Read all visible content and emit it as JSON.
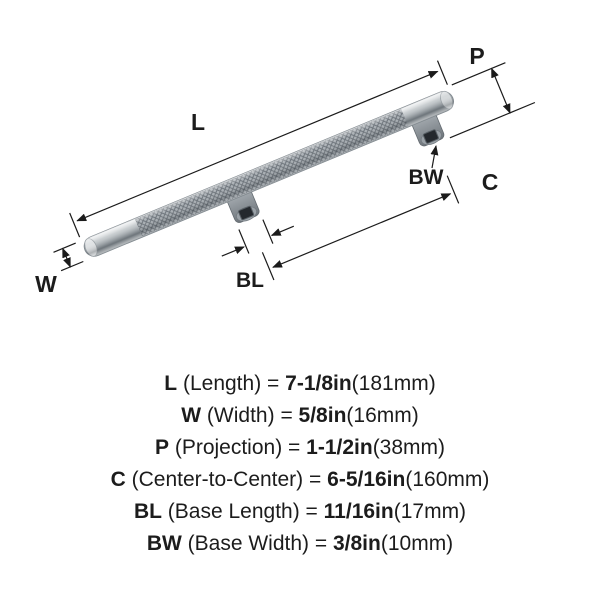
{
  "diagram": {
    "labels": {
      "L": "L",
      "P": "P",
      "BW": "BW",
      "C": "C",
      "W": "W",
      "BL": "BL"
    },
    "colors": {
      "line": "#1b1b1b",
      "text": "#1c1c1c",
      "metal_light": "#e9ebec",
      "metal_mid": "#aab0b5",
      "metal_dark": "#7a8187"
    }
  },
  "separators": {
    "eq": "="
  },
  "specs": [
    {
      "abbr": "L",
      "name": "(Length)",
      "value": "7-1/8in",
      "metric": "(181mm)"
    },
    {
      "abbr": "W",
      "name": "(Width)",
      "value": "5/8in",
      "metric": "(16mm)"
    },
    {
      "abbr": "P",
      "name": "(Projection)",
      "value": "1-1/2in",
      "metric": "(38mm)"
    },
    {
      "abbr": "C",
      "name": "(Center-to-Center)",
      "value": "6-5/16in",
      "metric": "(160mm)"
    },
    {
      "abbr": "BL",
      "name": "(Base Length)",
      "value": "11/16in",
      "metric": "(17mm)"
    },
    {
      "abbr": "BW",
      "name": "(Base Width)",
      "value": "3/8in",
      "metric": "(10mm)"
    }
  ]
}
